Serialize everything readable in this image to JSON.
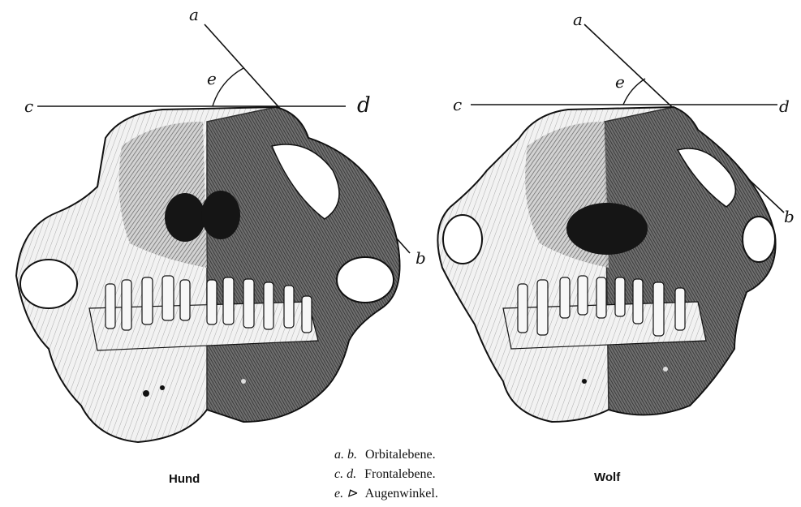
{
  "figure": {
    "left_skull": {
      "name": "Hund",
      "line_labels": {
        "a": "a",
        "b": "b",
        "c": "c",
        "d": "d",
        "e": "e"
      }
    },
    "right_skull": {
      "name": "Wolf",
      "line_labels": {
        "a": "a",
        "b": "b",
        "c": "c",
        "d": "d",
        "e": "e"
      }
    },
    "legend": [
      {
        "key": "a. b.",
        "text": "Orbitalebene."
      },
      {
        "key": "c. d.",
        "text": "Frontalebene."
      },
      {
        "key": "e. ⊳",
        "text": "Augenwinkel."
      }
    ],
    "colors": {
      "ink": "#111111",
      "paper": "#ffffff",
      "shade": "#3a3a3a"
    }
  }
}
